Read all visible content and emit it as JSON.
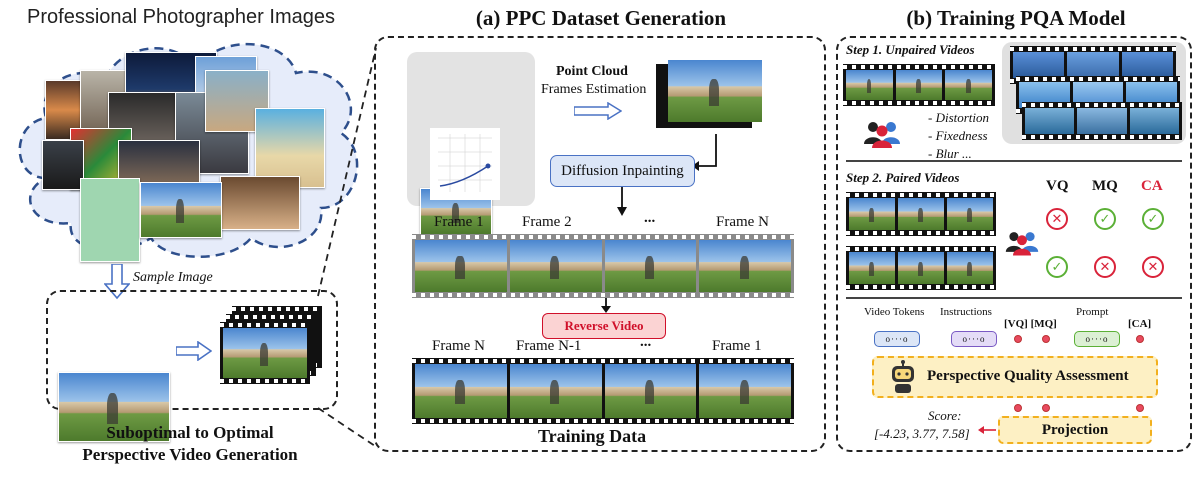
{
  "left_panel": {
    "title": "Professional Photographer Images",
    "sample_label": "Sample Image",
    "caption_line1": "Suboptimal to Optimal",
    "caption_line2": "Perspective Video Generation"
  },
  "middle_panel": {
    "title": "(a) PPC Dataset Generation",
    "point_cloud_label": "Point Cloud",
    "frames_estimation_label": "Frames Estimation",
    "diffusion_label": "Diffusion Inpainting",
    "reverse_label": "Reverse Video",
    "top_frames": [
      "Frame 1",
      "Frame 2",
      "...",
      "Frame N"
    ],
    "bottom_frames": [
      "Frame N",
      "Frame N-1",
      "...",
      "Frame 1"
    ],
    "training_label": "Training Data"
  },
  "right_panel": {
    "title": "(b) Training PQA Model",
    "step1_label": "Step 1. Unpaired Videos",
    "distortion_items": [
      "- Distortion",
      "- Fixedness",
      "- Blur ..."
    ],
    "step2_label": "Step 2. Paired Videos",
    "headers": [
      "VQ",
      "MQ",
      "CA"
    ],
    "video_tokens_label": "Video Tokens",
    "instructions_label": "Instructions",
    "vq_mq_label": "[VQ] [MQ]",
    "prompt_label": "Prompt",
    "ca_label": "[CA]",
    "token_glyph": "o···o",
    "pqa_label": "Perspective Quality Assessment",
    "score_label": "Score:",
    "score_value": "[-4.23, 3.77, 7.58]",
    "projection_label": "Projection",
    "check_glyph": "✓",
    "cross_glyph": "✕"
  },
  "colors": {
    "cloud_fill": "#e6ecfa",
    "cloud_border": "#2e4f8c",
    "arrow_blue": "#4a72c4",
    "diffusion_fill": "#dce6f7",
    "reverse_fill": "#fbd3d3",
    "reverse_text": "#d0102a",
    "pqa_fill": "#fdf0c4",
    "pqa_border": "#f2b01e",
    "ca_red": "#d9233a",
    "check_green": "#5bb036"
  }
}
